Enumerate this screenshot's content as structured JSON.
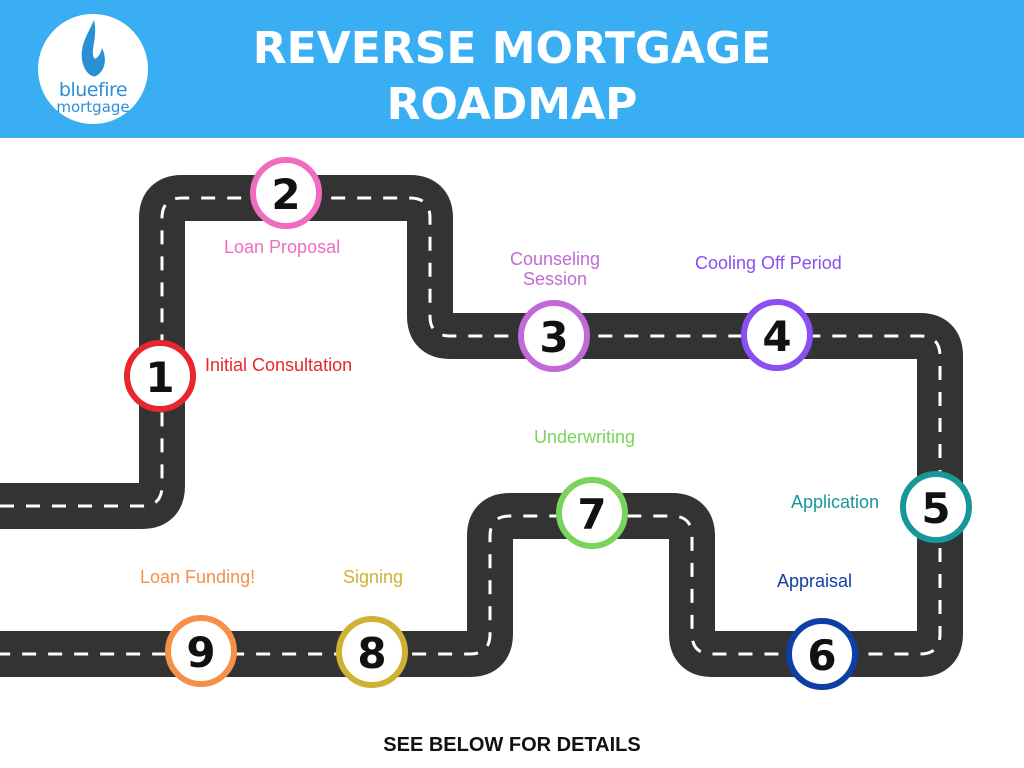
{
  "header": {
    "title_line1": "REVERSE MORTGAGE",
    "title_line2": "ROADMAP",
    "background": "#3aaef2"
  },
  "logo": {
    "text_part1": "blue",
    "text_part2": "fire",
    "text_line2": "mortgage",
    "icon": "flame-icon",
    "color": "#2b8fd6"
  },
  "steps": [
    {
      "number": "1",
      "label": "Initial Consultation",
      "color": "#e8262d"
    },
    {
      "number": "2",
      "label": "Loan Proposal",
      "color": "#f06cc0"
    },
    {
      "number": "3",
      "label": "Counseling Session",
      "label_line1": "Counseling",
      "label_line2": "Session",
      "color": "#c06ad8"
    },
    {
      "number": "4",
      "label": "Cooling Off Period",
      "color": "#8a4ff0"
    },
    {
      "number": "5",
      "label": "Application",
      "color": "#17979a"
    },
    {
      "number": "6",
      "label": "Appraisal",
      "color": "#0d3fa6"
    },
    {
      "number": "7",
      "label": "Underwriting",
      "color": "#7ad35a"
    },
    {
      "number": "8",
      "label": "Signing",
      "color": "#cfb233"
    },
    {
      "number": "9",
      "label": "Loan Funding!",
      "color": "#f58f4a"
    }
  ],
  "footer": {
    "text": "SEE BELOW FOR DETAILS"
  },
  "road": {
    "color": "#333333",
    "dash_color": "#ffffff"
  }
}
